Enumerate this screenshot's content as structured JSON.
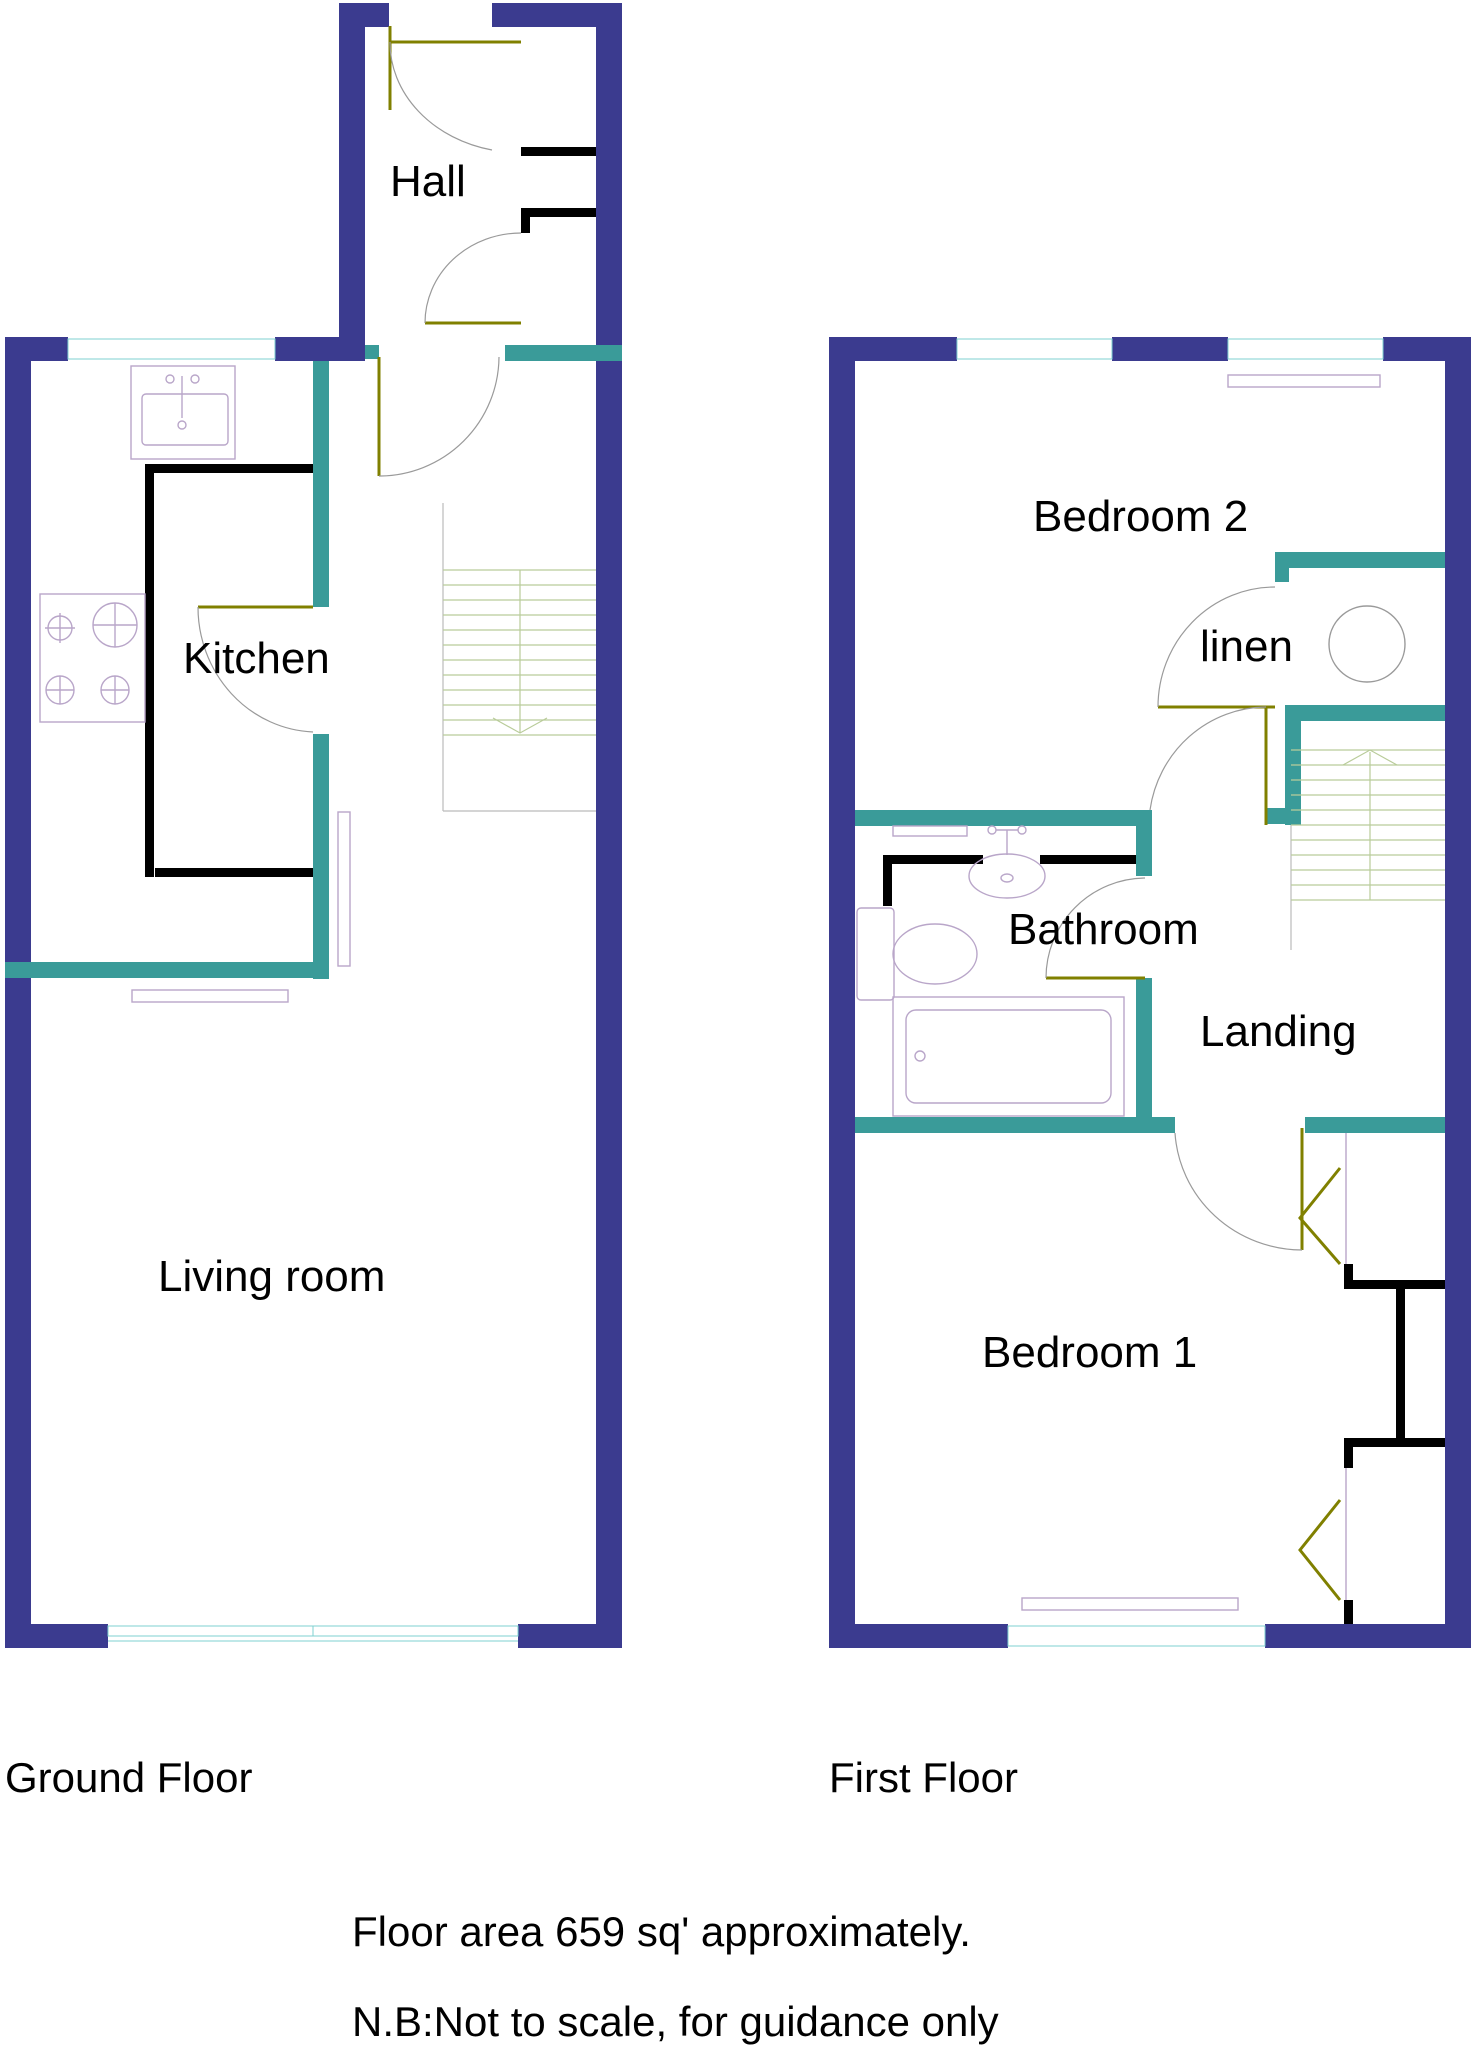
{
  "rooms": {
    "hall": "Hall",
    "kitchen": "Kitchen",
    "living_room": "Living room",
    "bedroom_2": "Bedroom 2",
    "linen": "linen",
    "bathroom": "Bathroom",
    "landing": "Landing",
    "bedroom_1": "Bedroom 1"
  },
  "floors": {
    "ground": "Ground Floor",
    "first": "First Floor"
  },
  "notes": {
    "area": "Floor area 659 sq' approximately.",
    "disclaimer": "N.B:Not to scale, for guidance only"
  },
  "colors": {
    "external_wall": "#3b3b8f",
    "internal_wall": "#3a9b99",
    "partition": "#000000",
    "door": "#808000",
    "window": "#7fd0d0"
  }
}
